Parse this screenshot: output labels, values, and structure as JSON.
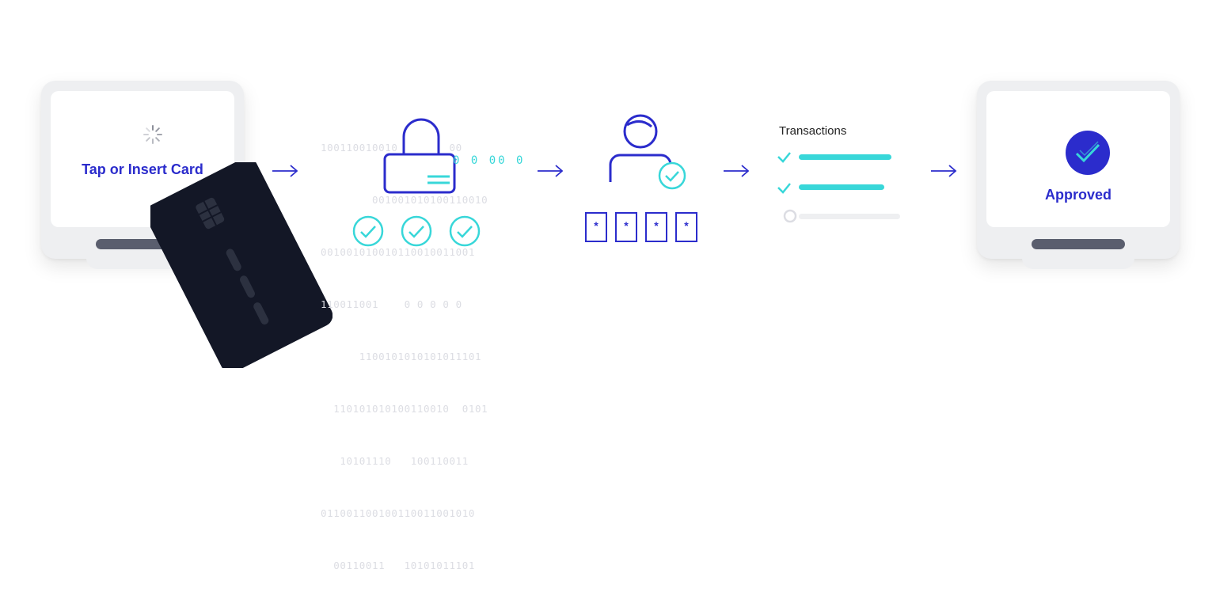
{
  "steps": {
    "tap": {
      "label": "Tap or Insert Card"
    },
    "encrypt": {
      "binary_lines": [
        "100110010010        00",
        "        001001010100110010",
        "001001010010110010011001",
        "110011001    0 0 0 0 0  ",
        "      1100101010101011101",
        "  110101010100110010  0101",
        "   10101110   100110011  ",
        "011001100100110011001010",
        "  00110011   10101011101"
      ],
      "binary_highlight": "0 0 00 0"
    },
    "verify": {
      "pin_chars": [
        "*",
        "*",
        "*",
        "*"
      ]
    },
    "transactions": {
      "title": "Transactions"
    },
    "approved": {
      "label": "Approved"
    }
  },
  "colors": {
    "brand_blue": "#2b2ccc",
    "cyan": "#38d7d9",
    "card_black": "#131726",
    "terminal_gray": "#eeeff1"
  }
}
